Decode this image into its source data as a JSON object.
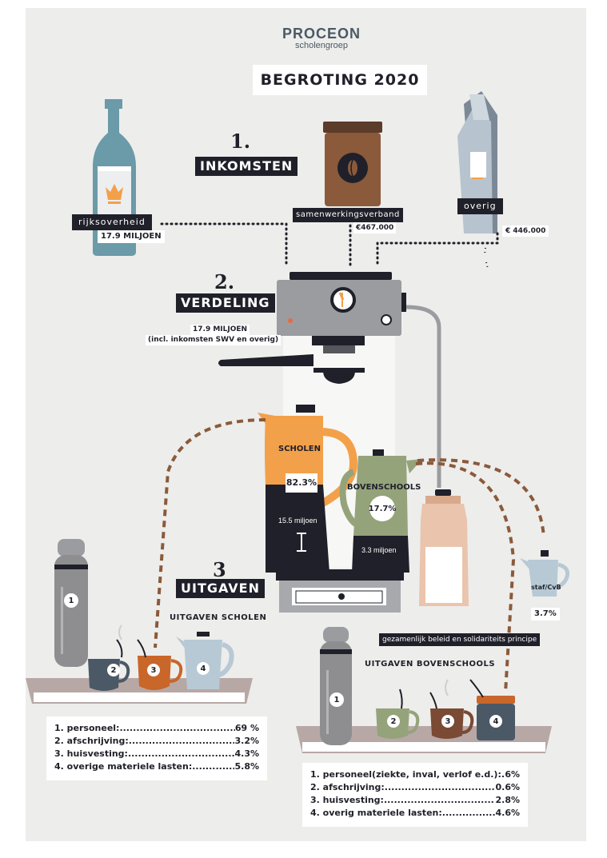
{
  "logo": {
    "name": "PROCEON",
    "sub": "scholengroep"
  },
  "title": "BEGROTING 2020",
  "inkomsten": {
    "number": "1.",
    "heading": "INKOMSTEN",
    "rijksoverheid": {
      "label": "rijksoverheid",
      "amount": "17.9 MILJOEN"
    },
    "samenwerkingsverband": {
      "label": "samenwerkingsverband",
      "amount": "€467.000"
    },
    "overig": {
      "label": "overig",
      "amount": "€ 446.000"
    }
  },
  "verdeling": {
    "number": "2.",
    "heading": "VERDELING",
    "amount": "17.9 MILJOEN",
    "note": "(incl. inkomsten SWV en overig)"
  },
  "scholen": {
    "label": "SCHOLEN",
    "percent": "82.3%",
    "amount": "15.5 miljoen"
  },
  "bovenschools": {
    "label": "BOVENSCHOOLS",
    "percent": "17.7%",
    "amount": "3.3 miljoen"
  },
  "staf": {
    "label": "staf/CvB",
    "percent": "3.7%"
  },
  "gezamenlijk": "gezamenlijk beleid en solidariteits principe",
  "uitgaven": {
    "number": "3",
    "heading": "UITGAVEN",
    "scholen_title": "UITGAVEN SCHOLEN",
    "bovenschools_title": "UITGAVEN BOVENSCHOOLS",
    "numbers": [
      "1",
      "2",
      "3",
      "4"
    ],
    "scholen_items": [
      {
        "label": "1. personeel:",
        "dots": "......................................",
        "value": "69 %"
      },
      {
        "label": "2. afschrijving:",
        "dots": ".........................................",
        "value": "3.2%"
      },
      {
        "label": "3. huisvesting:",
        "dots": "..........................................",
        "value": "4.3%"
      },
      {
        "label": "4. overige materiele lasten:",
        "dots": "......................",
        "value": "5.8%"
      }
    ],
    "bovenschools_items": [
      {
        "label": "1. personeel(ziekte, inval, verlof e.d.):",
        "dots": "..............",
        "value": "6%"
      },
      {
        "label": "2. afschrijving:",
        "dots": "........................................",
        "value": "0.6%"
      },
      {
        "label": "3. huisvesting:",
        "dots": "........................................",
        "value": "2.8%"
      },
      {
        "label": "4. overig materiele lasten:",
        "dots": "........................",
        "value": "4.6%"
      }
    ]
  },
  "colors": {
    "background": "#ededeb",
    "dark": "#1f2029",
    "orange": "#f3a04a",
    "green": "#95a37b",
    "brown_dash": "#8a5a3b",
    "bottle": "#6b9aa8",
    "milk": "#eac4ad",
    "gray": "#8e8e90"
  }
}
